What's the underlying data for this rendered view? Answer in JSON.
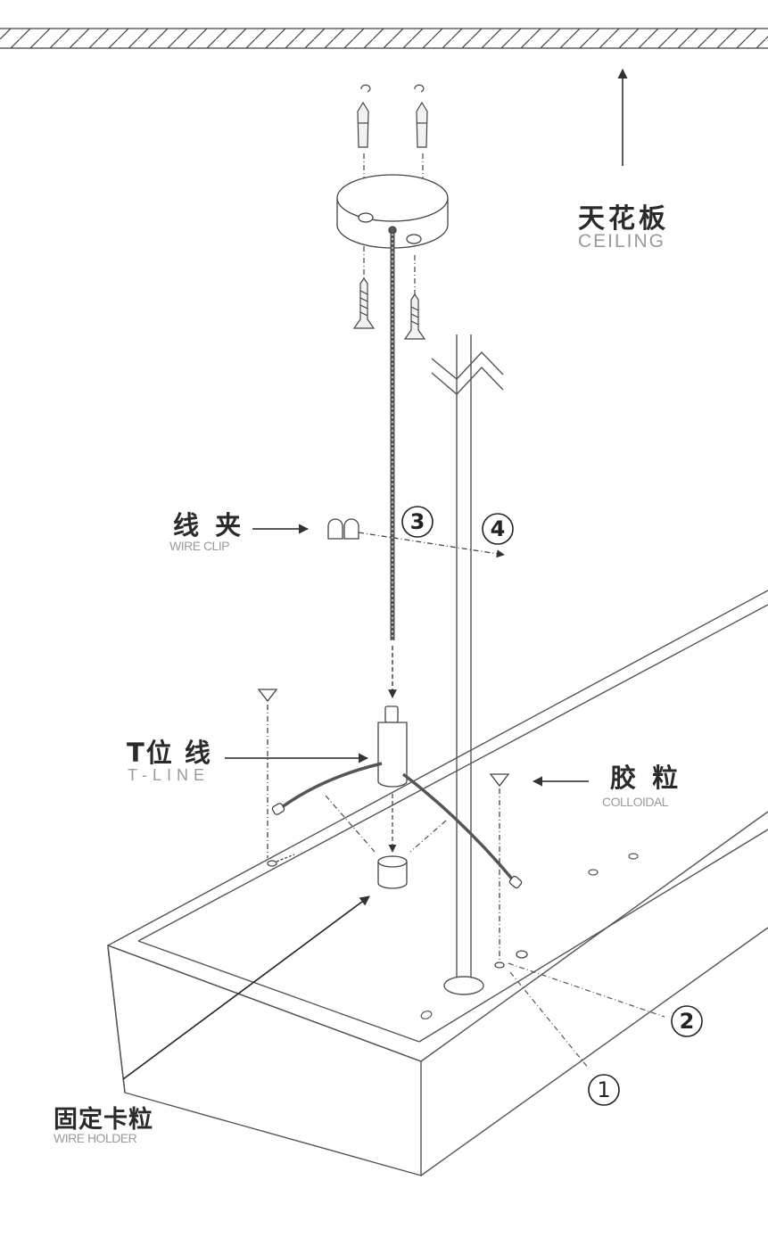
{
  "labels": {
    "ceiling": {
      "cn": "天花板",
      "en": "CEILING"
    },
    "wire_clip": {
      "cn": "线 夹",
      "en": "WIRE CLIP"
    },
    "t_line": {
      "cn": "T位 线",
      "en": "T-LINE"
    },
    "colloidal": {
      "cn": "胶 粒",
      "en": "COLLOIDAL"
    },
    "wire_holder": {
      "cn": "固定卡粒",
      "en": "WIRE HOLDER"
    }
  },
  "steps": {
    "one": "1",
    "two": "2",
    "three": "3",
    "four": "4"
  },
  "colors": {
    "line": "#555555",
    "dark": "#2a2a2a",
    "label_gray": "#9a9a9a"
  }
}
